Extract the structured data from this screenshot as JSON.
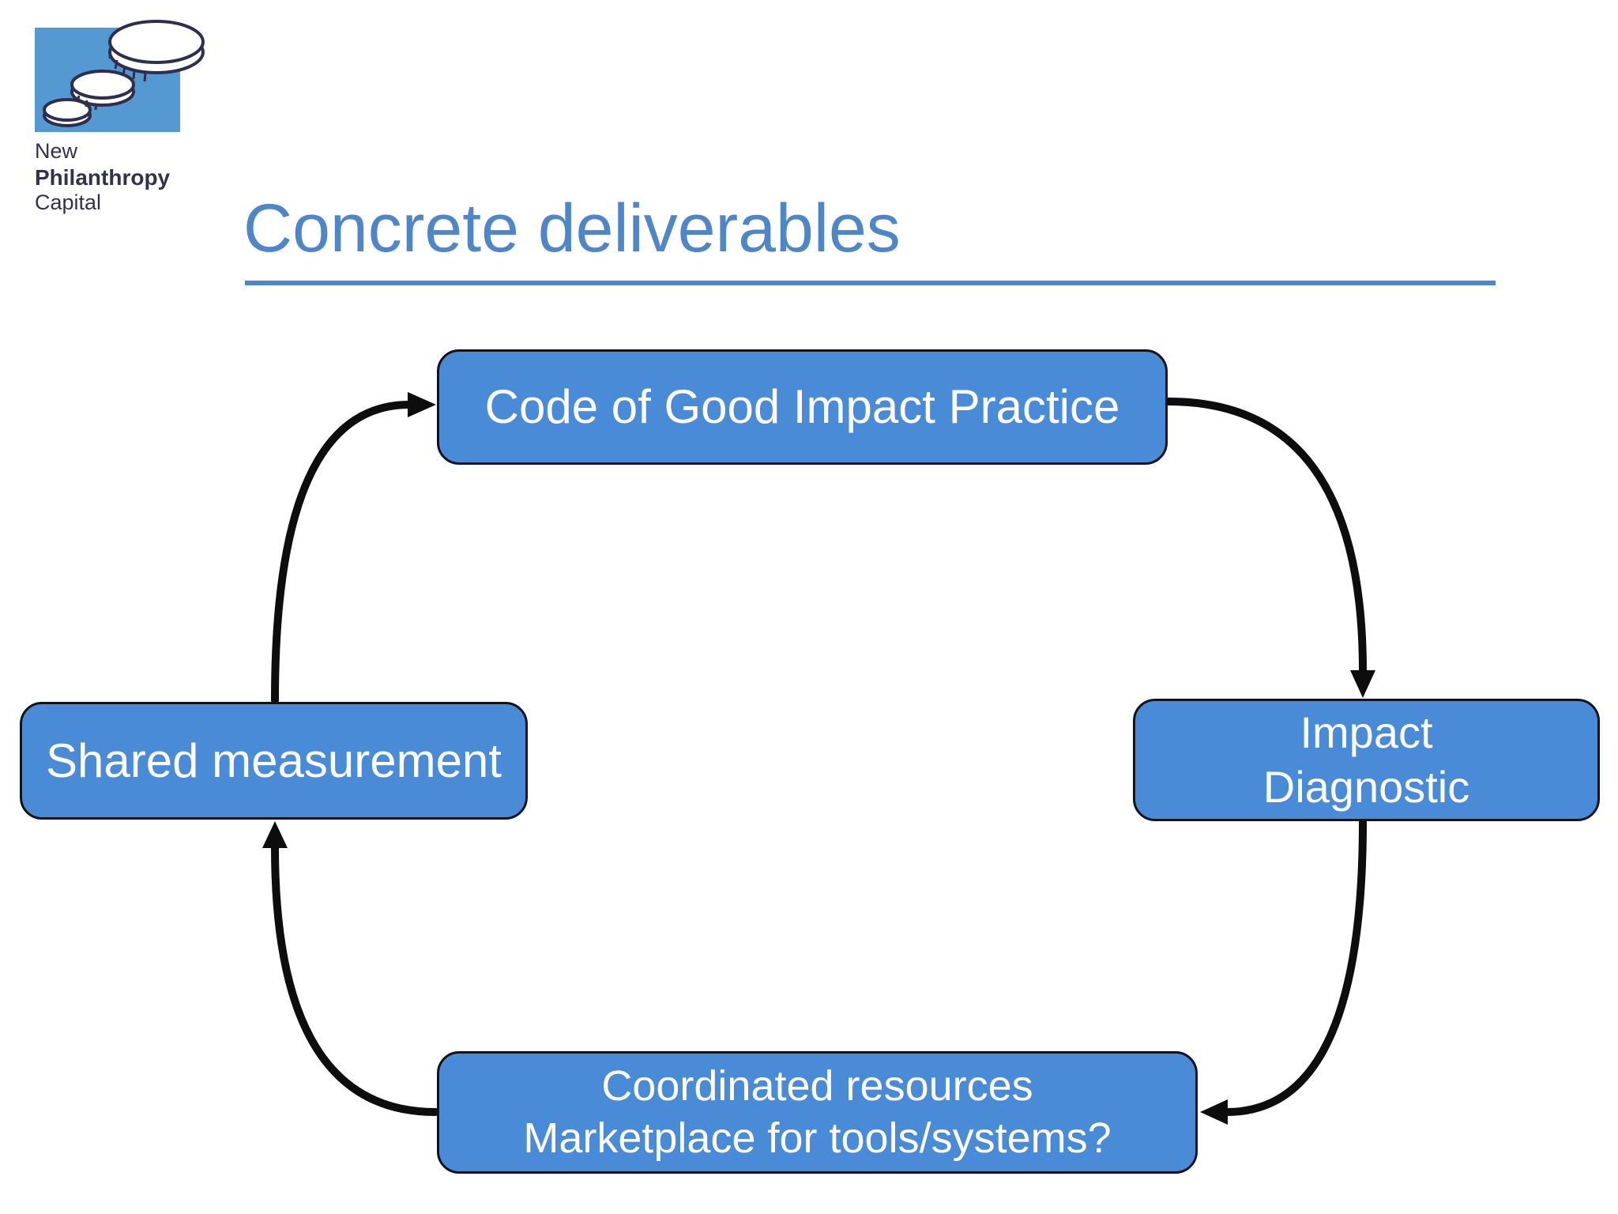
{
  "logo": {
    "line1": "New",
    "line2": "Philanthropy",
    "line3": "Capital"
  },
  "slide": {
    "title": "Concrete deliverables"
  },
  "diagram": {
    "nodes": [
      {
        "id": "code-of-good-impact-practice",
        "label_lines": [
          "Code of Good Impact Practice"
        ]
      },
      {
        "id": "impact-diagnostic",
        "label_lines": [
          "Impact",
          "Diagnostic"
        ]
      },
      {
        "id": "coordinated-resources",
        "label_lines": [
          "Coordinated resources",
          "Marketplace for tools/systems?"
        ]
      },
      {
        "id": "shared-measurement",
        "label_lines": [
          "Shared measurement"
        ]
      }
    ],
    "arrows": [
      {
        "from": "shared-measurement",
        "to": "code-of-good-impact-practice"
      },
      {
        "from": "code-of-good-impact-practice",
        "to": "impact-diagnostic"
      },
      {
        "from": "impact-diagnostic",
        "to": "coordinated-resources"
      },
      {
        "from": "coordinated-resources",
        "to": "shared-measurement"
      }
    ]
  },
  "colors": {
    "title": "#4e86c8",
    "node_fill": "#4a8bd8",
    "node_border": "#11131c",
    "node_text": "#ffffff",
    "arrow": "#0d0d0d",
    "logo_blue": "#5599d2",
    "logo_navy": "#32324e"
  }
}
